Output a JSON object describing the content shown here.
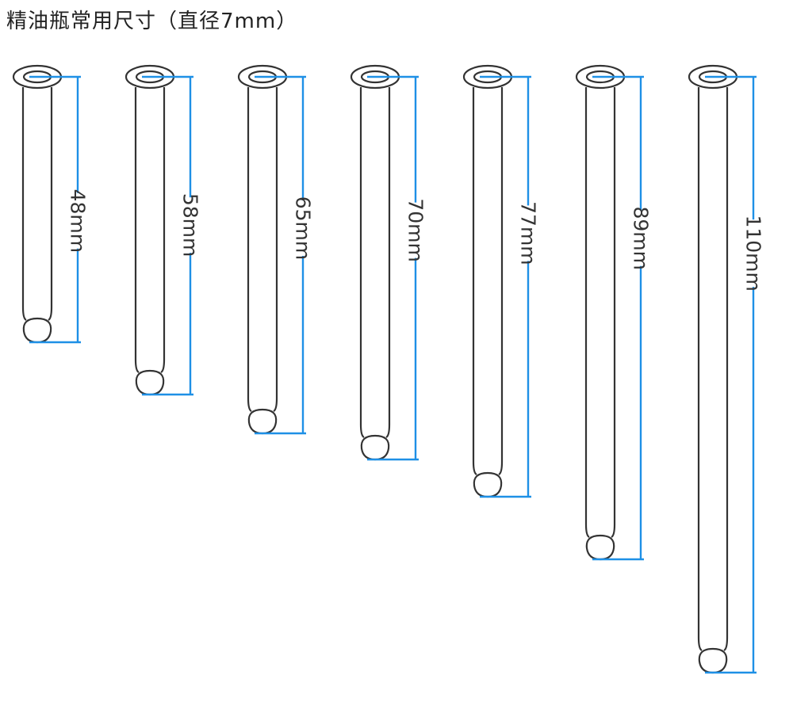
{
  "title": "精油瓶常用尺寸（直径7mm）",
  "accent_color": "#1e90e6",
  "tubes": [
    {
      "label": "48mm",
      "length_mm": 48
    },
    {
      "label": "58mm",
      "length_mm": 58
    },
    {
      "label": "65mm",
      "length_mm": 65
    },
    {
      "label": "70mm",
      "length_mm": 70
    },
    {
      "label": "77mm",
      "length_mm": 77
    },
    {
      "label": "89mm",
      "length_mm": 89
    },
    {
      "label": "110mm",
      "length_mm": 110
    }
  ]
}
